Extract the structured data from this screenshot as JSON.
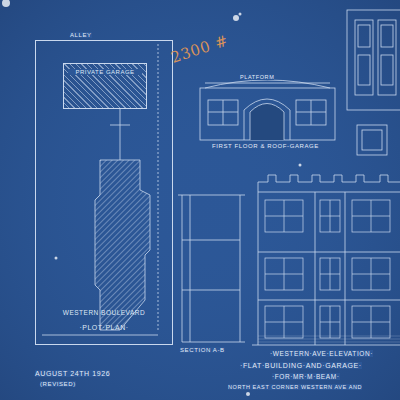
{
  "diagram": {
    "nodes": [
      {
        "text": [
          "WESTERN BOULEVARD",
          "·PLOT·PLAN·"
        ]
      },
      {
        "text": [
          "PRIVATE GARAGE"
        ],
        "in": 0
      }
    ],
    "labels": [
      "ALLEY",
      "2300 #",
      "PLATFORM",
      "FIRST FLOOR & ROOF-GARAGE",
      "SECTION A-B",
      "·WESTERN·AVE·ELEVATION·",
      "AUGUST 24TH 1926",
      "(REVISED)",
      "·FLAT·BUILDING·AND·GARAGE·",
      "·FOR·MR·M·BEAM·",
      "NORTH EAST CORNER WESTERN AVE AND"
    ]
  }
}
